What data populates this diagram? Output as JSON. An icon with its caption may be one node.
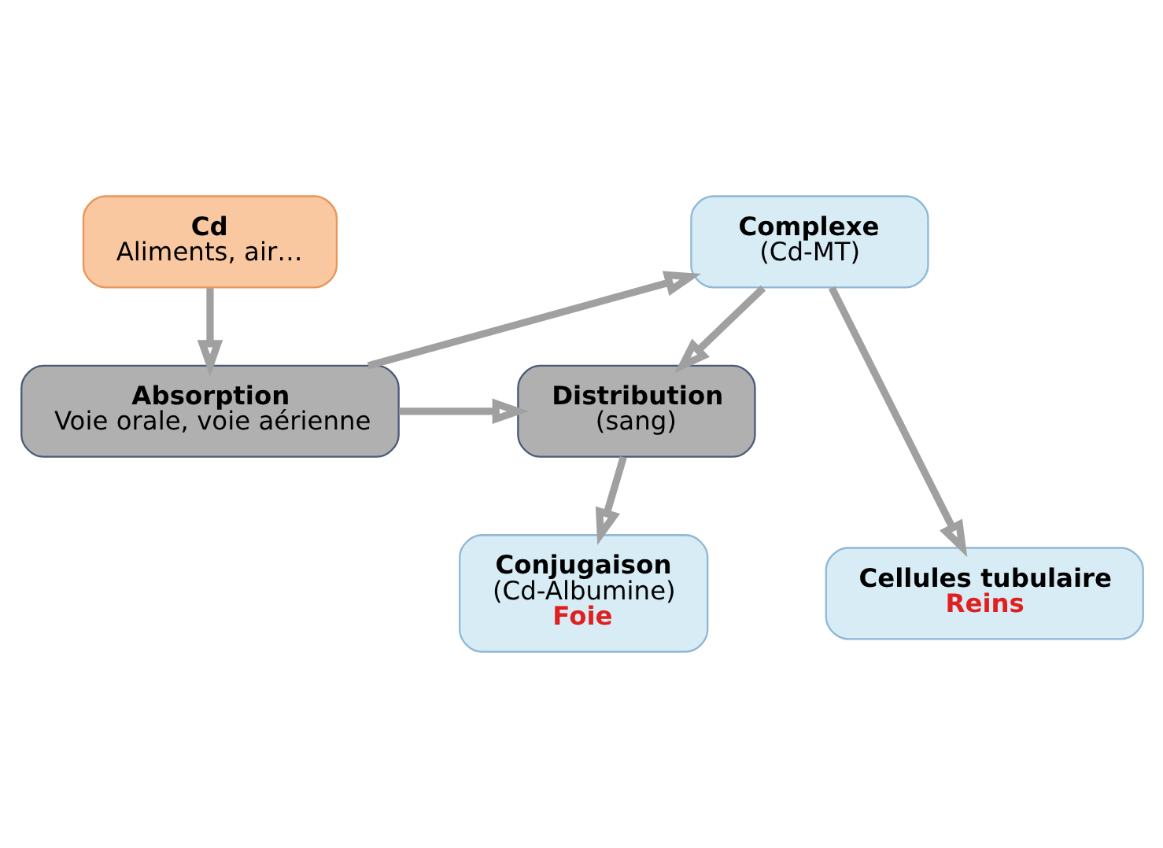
{
  "diagram": {
    "nodes": [
      {
        "text": [
          "Cd",
          "Aliments, air…"
        ]
      },
      {
        "text": [
          "Absorption",
          "Voie orale, voie aérienne"
        ]
      },
      {
        "text": [
          "Complexe",
          "(Cd-MT)"
        ]
      },
      {
        "text": [
          "Distribution",
          "(sang)"
        ]
      },
      {
        "text": [
          "Conjugaison",
          "(Cd-Albumine)",
          "Foie"
        ]
      },
      {
        "text": [
          "Cellules tubulaire",
          "Reins"
        ]
      }
    ],
    "edges": [
      {
        "from": 0,
        "to": 1,
        "arrow": "to"
      },
      {
        "from": 1,
        "to": 2,
        "arrow": "to"
      },
      {
        "from": 1,
        "to": 3,
        "arrow": "to"
      },
      {
        "from": 2,
        "to": 3,
        "arrow": "to"
      },
      {
        "from": 3,
        "to": 4,
        "arrow": "to"
      },
      {
        "from": 2,
        "to": 5,
        "arrow": "to"
      }
    ]
  }
}
